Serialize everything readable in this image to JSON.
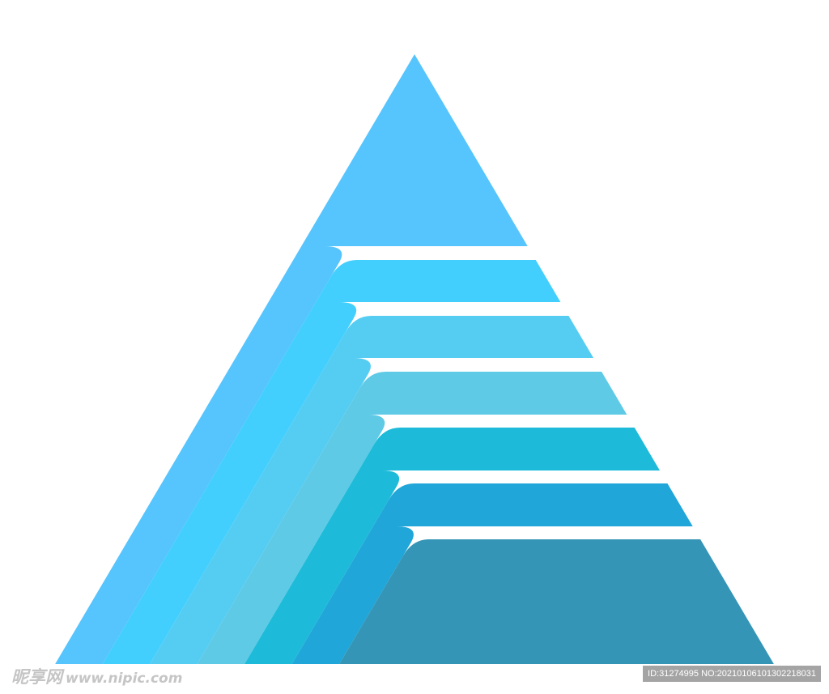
{
  "diagram": {
    "type": "layered-pyramid",
    "layers": [
      {
        "level": 1,
        "color": "#56c4fd"
      },
      {
        "level": 2,
        "color": "#42cffe"
      },
      {
        "level": 3,
        "color": "#55cdf3"
      },
      {
        "level": 4,
        "color": "#5ecae6"
      },
      {
        "level": 5,
        "color": "#1dbbd9"
      },
      {
        "level": 6,
        "color": "#20a6d8"
      },
      {
        "level": 7,
        "color": "#3595b6"
      }
    ]
  },
  "watermark": {
    "site_name": "昵享网",
    "site_url": "www.nipic.com",
    "id_text": "ID:31274995 NO:20210106101302218031"
  }
}
